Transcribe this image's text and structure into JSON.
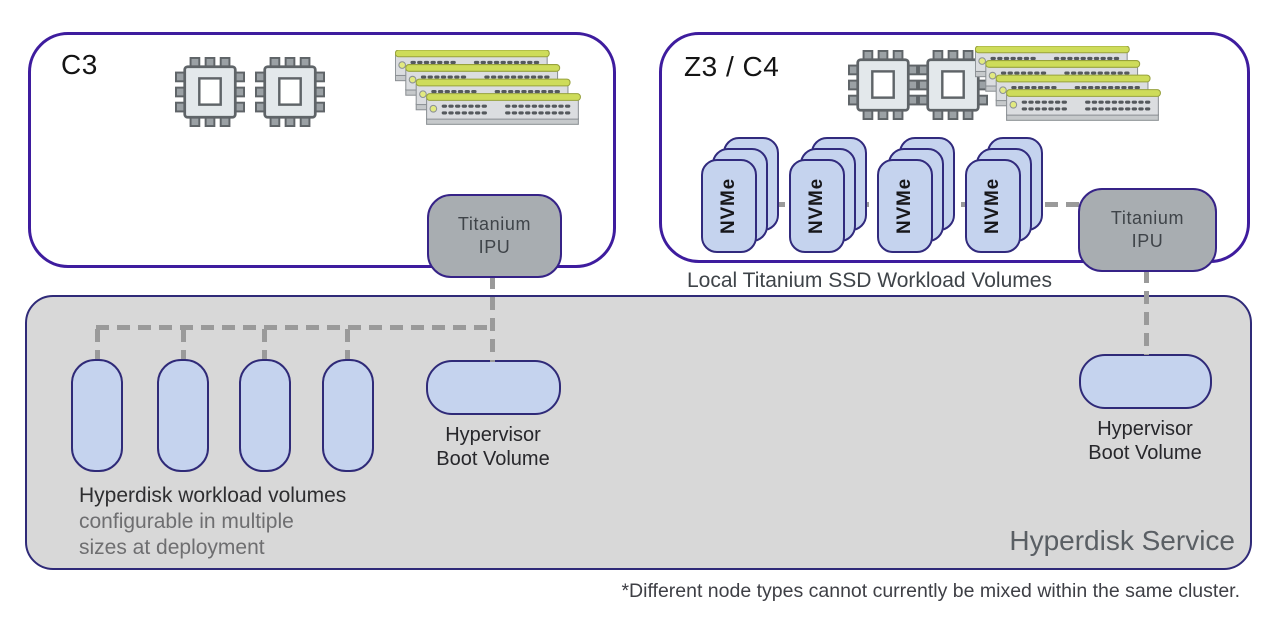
{
  "diagram": {
    "c3": {
      "title": "C3"
    },
    "z3c4": {
      "title": "Z3 / C4",
      "caption": "Local Titanium SSD Workload Volumes"
    },
    "ipu": {
      "line1": "Titanium",
      "line2": "IPU"
    },
    "nvme_label": "NVMe",
    "boot_volume": {
      "line1": "Hypervisor",
      "line2": "Boot Volume"
    },
    "workload_volumes": {
      "line1": "Hyperdisk workload volumes",
      "line2": "configurable in multiple",
      "line3": "sizes at deployment"
    },
    "service_label": "Hyperdisk Service",
    "footnote": "*Different node types cannot currently be mixed within the same cluster.",
    "icons": {
      "cpu": "cpu-chip-icon",
      "memory": "memory-dimm-stack-icon",
      "nvme": "nvme-card-stack"
    },
    "colors": {
      "node_border": "#3e1c9e",
      "shape_border": "#2f2a78",
      "volume_fill": "#c5d3ee",
      "service_fill": "#d8d8d8",
      "ipu_fill": "#a8adb1",
      "connector": "#9a9a9a",
      "dimm_green": "#cedc5a"
    }
  }
}
